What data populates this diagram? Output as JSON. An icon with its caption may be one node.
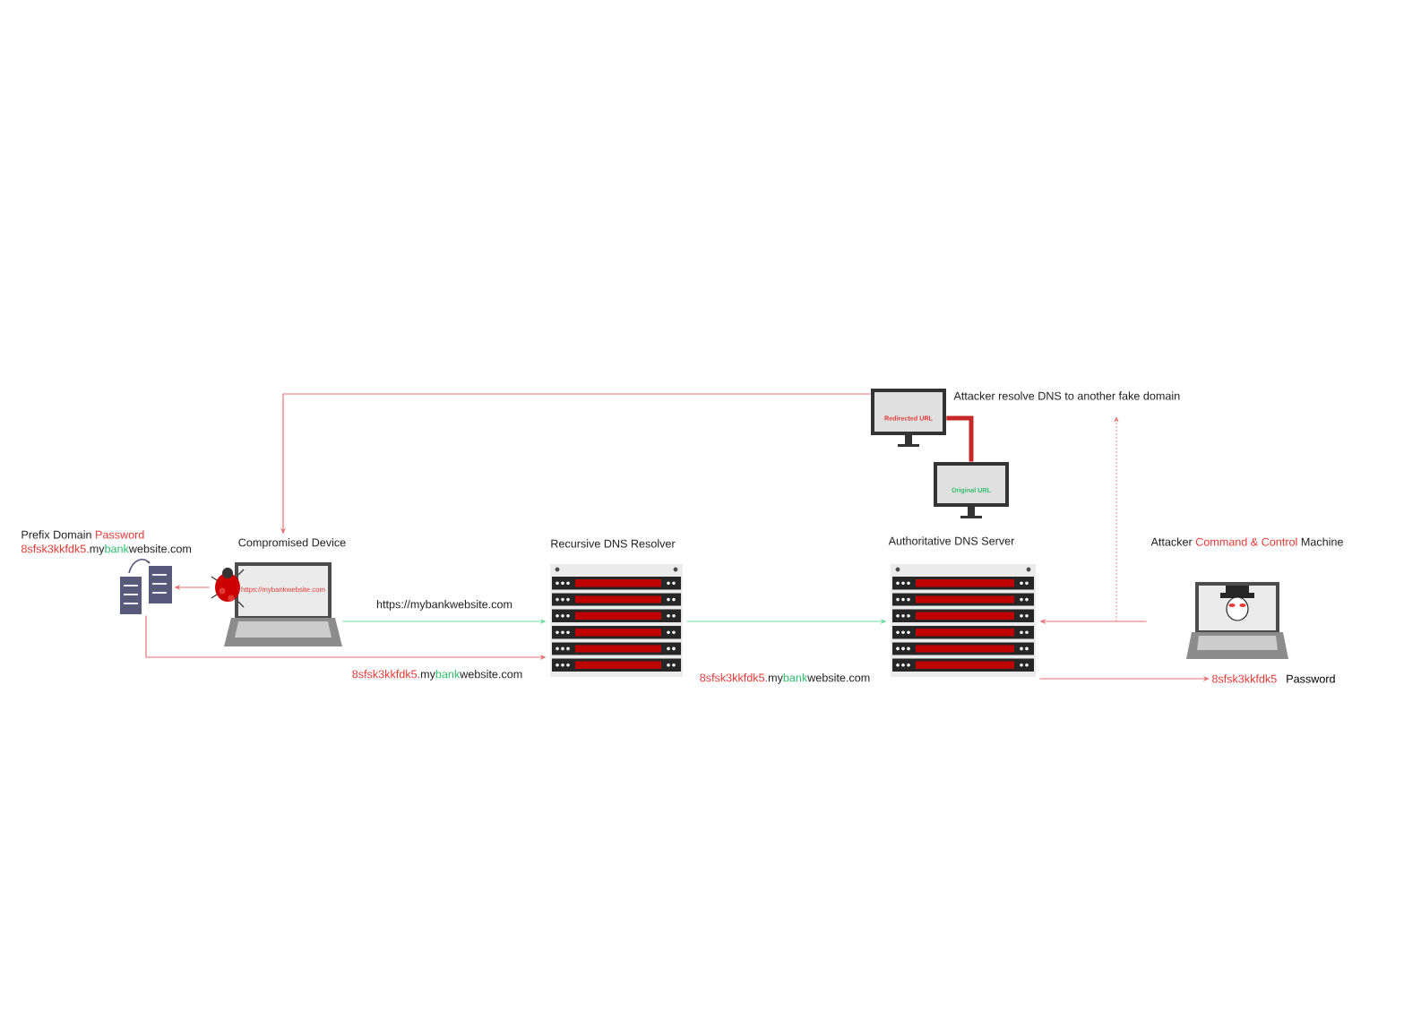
{
  "diagram": {
    "nodes": [
      {
        "text": [],
        "shape": "picture",
        "beside": [
          "Prefix Domain",
          "Password",
          "8sfsk3kkfdk5.",
          "my",
          "bank",
          "website.com"
        ]
      },
      {
        "text": [
          "Compromised Device",
          "https://mybankwebsite.com"
        ]
      },
      {
        "text": [
          "Recursive DNS Resolver"
        ]
      },
      {
        "text": [
          "Authoritative DNS Server"
        ]
      },
      {
        "text": [
          "Attacker",
          "Command & Control",
          "Machine"
        ]
      },
      {
        "text": [
          "Redirected URL"
        ]
      },
      {
        "text": [
          "Original URL"
        ]
      },
      {
        "text": [
          "8sfsk3kkfdk5",
          "Password"
        ]
      },
      {
        "text": [
          "Attacker resolve DNS to another fake domain"
        ]
      }
    ],
    "edges": [
      {
        "from": 1,
        "to": 0,
        "arrow": "to"
      },
      {
        "from": 1,
        "to": 2,
        "arrow": "to",
        "color": "#6fdc9f",
        "label": "https://mybankwebsite.com"
      },
      {
        "from": 0,
        "to": 2,
        "arrow": "to"
      },
      {
        "from": 2,
        "to": 3,
        "arrow": "to",
        "color": "#6fdc9f"
      },
      {
        "from": 4,
        "to": 3,
        "arrow": "to"
      },
      {
        "from": 3,
        "to": 7,
        "arrow": "to"
      },
      {
        "from": 5,
        "to": 1,
        "arrow": "to"
      },
      {
        "from": 5,
        "to": 6,
        "arrow": "none",
        "style": "thick",
        "color": "#c62828"
      },
      {
        "from": null,
        "to": 8,
        "arrow": "to",
        "style": "dashed"
      }
    ],
    "labels": [
      "8sfsk3kkfdk5.",
      "my",
      "bank",
      "website.com",
      "8sfsk3kkfdk5.",
      "my",
      "bank",
      "website.com"
    ]
  }
}
